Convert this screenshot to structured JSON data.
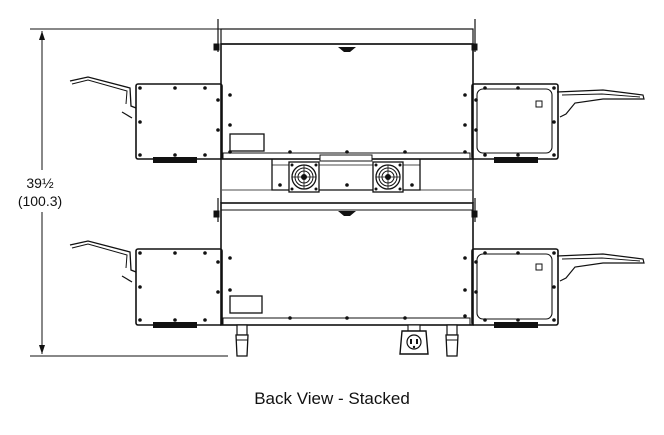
{
  "dimension": {
    "imperial": "39½",
    "metric": "(100.3)"
  },
  "caption": "Back View - Stacked"
}
